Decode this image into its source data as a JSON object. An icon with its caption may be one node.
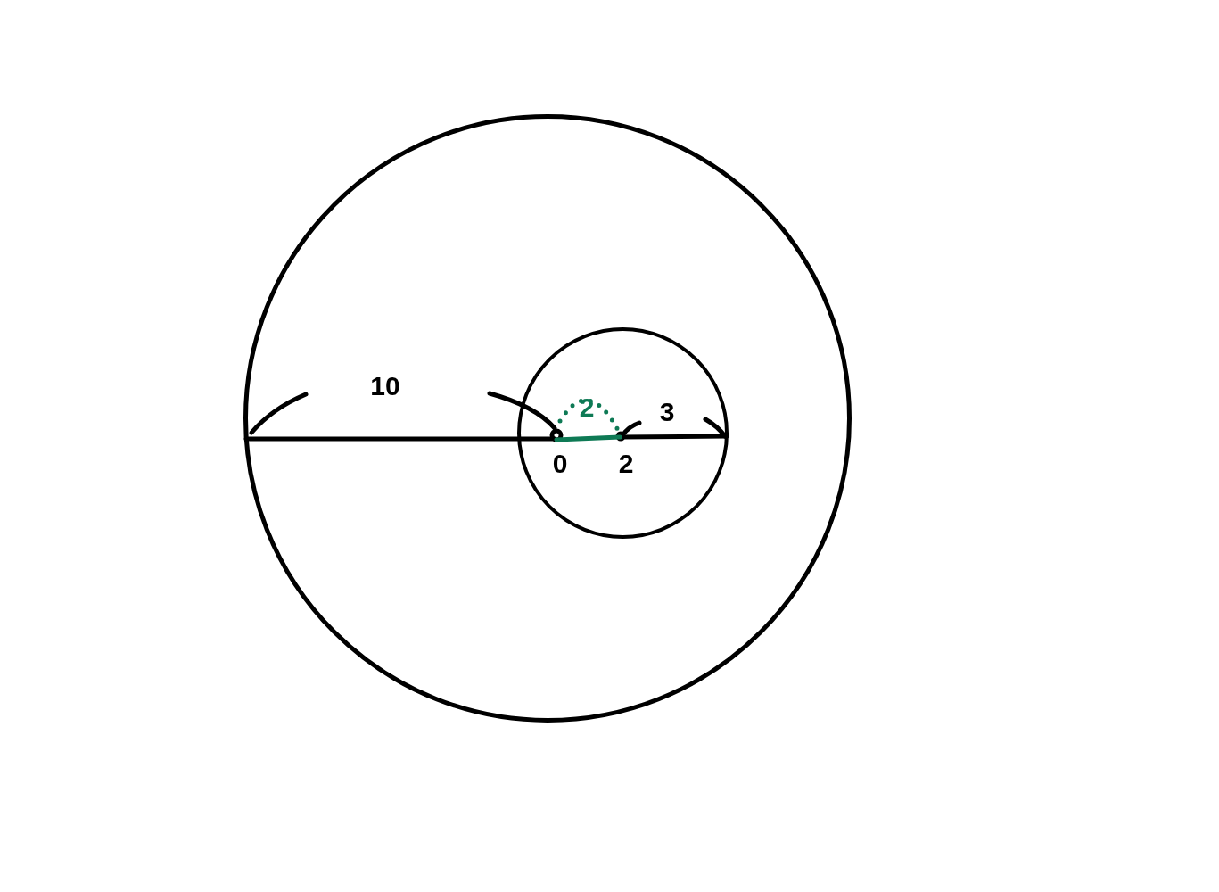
{
  "diagram": {
    "nodes": [
      {
        "text": [],
        "shape": "circle"
      },
      {
        "text": [],
        "shape": "circle",
        "in": 0
      }
    ],
    "labels": [
      "10",
      "2",
      "3",
      "0",
      "2"
    ]
  }
}
